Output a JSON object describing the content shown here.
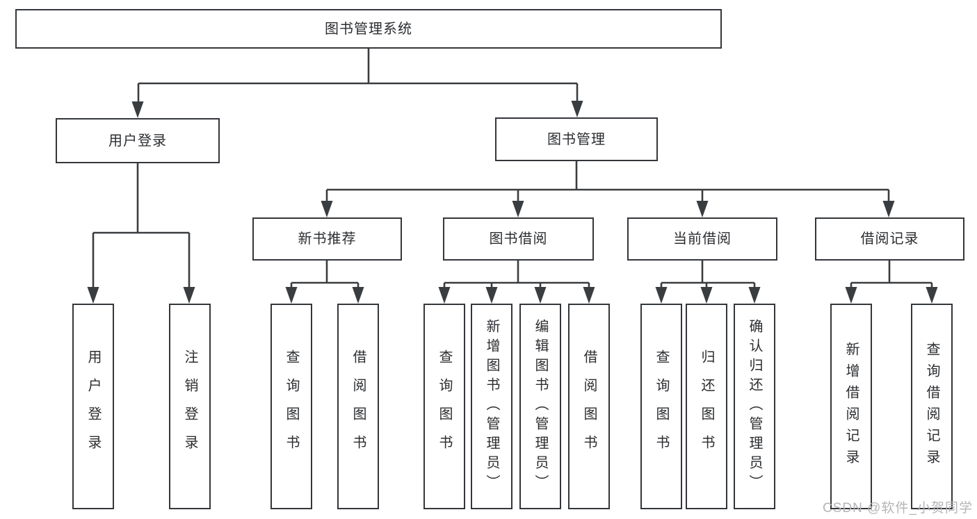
{
  "diagram": {
    "root": {
      "label": "图书管理系统"
    },
    "user_branch": {
      "label": "用户登录",
      "children": [
        {
          "label": "用户登录"
        },
        {
          "label": "注销登录"
        }
      ]
    },
    "book_branch": {
      "label": "图书管理",
      "modules": [
        {
          "label": "新书推荐",
          "children": [
            {
              "label": "查询图书"
            },
            {
              "label": "借阅图书"
            }
          ]
        },
        {
          "label": "图书借阅",
          "children": [
            {
              "label": "查询图书"
            },
            {
              "label": "新增图书（管理员）"
            },
            {
              "label": "编辑图书（管理员）"
            },
            {
              "label": "借阅图书"
            }
          ]
        },
        {
          "label": "当前借阅",
          "children": [
            {
              "label": "查询图书"
            },
            {
              "label": "归还图书"
            },
            {
              "label": "确认归还（管理员）"
            }
          ]
        },
        {
          "label": "借阅记录",
          "children": [
            {
              "label": "新增借阅记录"
            },
            {
              "label": "查询借阅记录"
            }
          ]
        }
      ]
    },
    "watermark": {
      "text": "CSDN @软件_小贺同学",
      "color": "#b4b4b6"
    },
    "colors": {
      "line": "#3a3d40",
      "box_border": "#33363a",
      "text": "#2b2d30",
      "background": "#ffffff"
    }
  }
}
